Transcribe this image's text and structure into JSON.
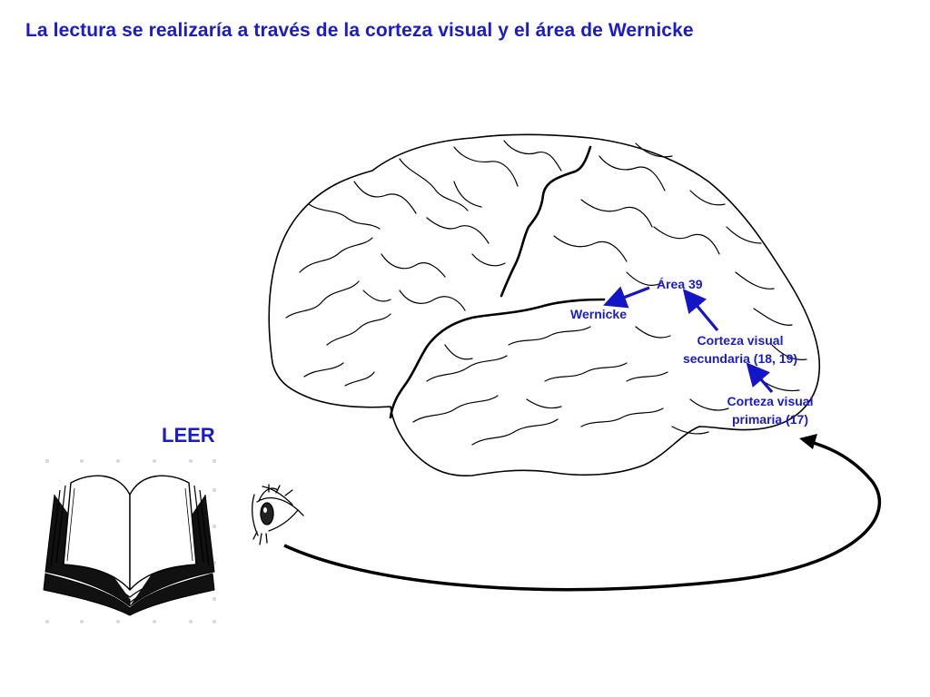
{
  "title": "La lectura se realizaría a través de la corteza visual y el área de Wernicke",
  "leer_label": "LEER",
  "labels": {
    "area39": "Área 39",
    "wernicke": "Wernicke",
    "secundaria_line1": "Corteza visual",
    "secundaria_line2": "secundaria (18, 19)",
    "primaria_line1": "Corteza visual",
    "primaria_line2": "primaria (17)"
  },
  "colors": {
    "label_blue": "#1a1ad0",
    "arrow_blue": "#1414c8",
    "outline": "#000000"
  },
  "icons": [
    "brain-illustration",
    "open-book-icon",
    "eye-icon",
    "curved-arrow"
  ]
}
